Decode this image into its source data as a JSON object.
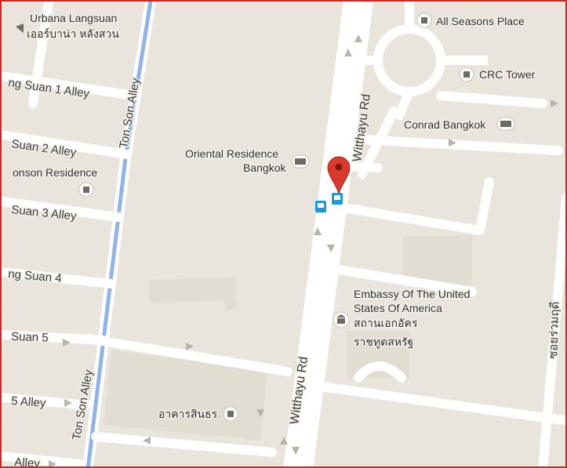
{
  "map": {
    "roads": {
      "witthayu_upper": "Witthayu Rd",
      "witthayu_lower": "Witthayu Rd",
      "ton_son_upper": "Ton Son Alley",
      "ton_son_lower": "Ton Son Alley",
      "soi_1": "ng Suan 1 Alley",
      "soi_2": "Suan 2 Alley",
      "soi_3": "Suan 3 Alley",
      "soi_4": "ng Suan 4",
      "soi_5": "Suan 5",
      "soi_6": "5 Alley",
      "soi_7": "Alley",
      "ruam_rudee": "ซอยร่วมฤดี"
    },
    "pois": {
      "urbana_en": "Urbana Langsuan",
      "urbana_th": "เออร์บาน่า หลังสวน",
      "all_seasons": "All Seasons Place",
      "crc_tower": "CRC Tower",
      "conrad": "Conrad Bangkok",
      "oriental_1": "Oriental Residence",
      "oriental_2": "Bangkok",
      "sonson": "onson Residence",
      "embassy_1": "Embassy Of The United",
      "embassy_2": "States Of America",
      "embassy_3": "สถานเอกอัคร",
      "embassy_4": "ราชทูตสหรัฐ",
      "sinthorn": "อาคารสินธร"
    },
    "icons": {
      "marker": "location-pin-icon",
      "bus": "bus-stop-icon",
      "hotel": "hotel-icon",
      "embassy": "embassy-icon",
      "place": "place-icon"
    },
    "colors": {
      "background": "#e9e5dc",
      "road": "#ffffff",
      "canal": "#8fb4ea",
      "marker": "#d93a2b",
      "bus": "#1a9ad9",
      "frame": "#e0201e"
    }
  }
}
